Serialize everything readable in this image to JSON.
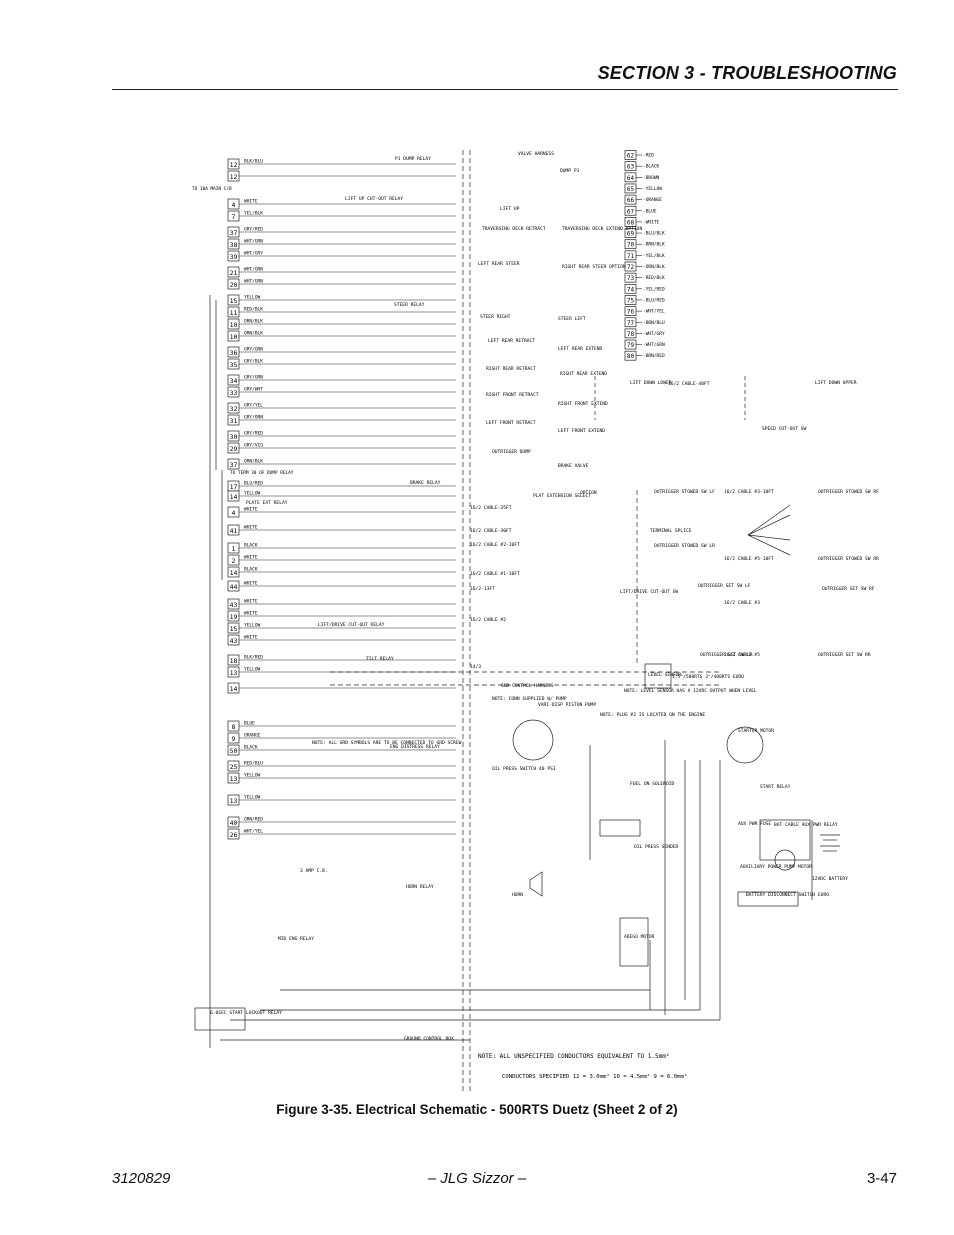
{
  "header": {
    "section_title": "SECTION 3 - TROUBLESHOOTING"
  },
  "figure": {
    "caption": "Figure 3-35.  Electrical Schematic - 500RTS Duetz (Sheet 2 of 2)"
  },
  "footer": {
    "doc_number": "3120829",
    "title": "– JLG Sizzor –",
    "page_number": "3-47"
  },
  "schematic": {
    "left_terminals": [
      {
        "num": "12",
        "wire": "BLK/BLU"
      },
      {
        "num": "12",
        "wire": ""
      },
      {
        "num": "4",
        "wire": "WHITE"
      },
      {
        "num": "7",
        "wire": "YEL/BLK"
      },
      {
        "num": "37",
        "wire": "GRY/RED"
      },
      {
        "num": "38",
        "wire": "WHT/GRN"
      },
      {
        "num": "39",
        "wire": "WHT/GRY"
      },
      {
        "num": "21",
        "wire": "WHT/GRN"
      },
      {
        "num": "20",
        "wire": "WHT/GRN"
      },
      {
        "num": "15",
        "wire": "YELLOW"
      },
      {
        "num": "11",
        "wire": "RED/BLK"
      },
      {
        "num": "10",
        "wire": "ORN/BLK"
      },
      {
        "num": "10",
        "wire": "ORN/BLK"
      },
      {
        "num": "36",
        "wire": "GRY/GRN"
      },
      {
        "num": "35",
        "wire": "GRY/BLK"
      },
      {
        "num": "34",
        "wire": "GRY/GRN"
      },
      {
        "num": "33",
        "wire": "GRY/WHT"
      },
      {
        "num": "32",
        "wire": "GRY/YEL"
      },
      {
        "num": "31",
        "wire": "GRY/ORN"
      },
      {
        "num": "30",
        "wire": "GRY/RED"
      },
      {
        "num": "29",
        "wire": "GRY/VIO"
      },
      {
        "num": "37",
        "wire": "ORN/BLK"
      },
      {
        "num": "17",
        "wire": "BLU/RED"
      },
      {
        "num": "14",
        "wire": "YELLOW"
      },
      {
        "num": "4",
        "wire": "WHITE"
      },
      {
        "num": "41",
        "wire": "WHITE"
      },
      {
        "num": "1",
        "wire": "BLACK"
      },
      {
        "num": "2",
        "wire": "WHITE"
      },
      {
        "num": "14",
        "wire": "BLACK"
      },
      {
        "num": "44",
        "wire": "WHITE"
      },
      {
        "num": "43",
        "wire": "WHITE"
      },
      {
        "num": "19",
        "wire": "WHITE"
      },
      {
        "num": "15",
        "wire": "YELLOW"
      },
      {
        "num": "43",
        "wire": "WHITE"
      },
      {
        "num": "18",
        "wire": "BLK/RED"
      },
      {
        "num": "13",
        "wire": "YELLOW"
      },
      {
        "num": "14",
        "wire": ""
      },
      {
        "num": "8",
        "wire": "BLUE"
      },
      {
        "num": "9",
        "wire": "ORANGE"
      },
      {
        "num": "50",
        "wire": "BLACK"
      },
      {
        "num": "25",
        "wire": "RED/BLU"
      },
      {
        "num": "13",
        "wire": "YELLOW"
      },
      {
        "num": "13",
        "wire": "YELLOW"
      },
      {
        "num": "40",
        "wire": "ORN/RED"
      },
      {
        "num": "26",
        "wire": "WHT/YEL"
      }
    ],
    "right_terminals": [
      {
        "num": "62",
        "wire": "RED"
      },
      {
        "num": "63",
        "wire": "BLACK"
      },
      {
        "num": "64",
        "wire": "BROWN"
      },
      {
        "num": "65",
        "wire": "YELLOW"
      },
      {
        "num": "66",
        "wire": "ORANGE"
      },
      {
        "num": "67",
        "wire": "BLUE"
      },
      {
        "num": "68",
        "wire": "WHITE"
      },
      {
        "num": "69",
        "wire": "BLU/BLK"
      },
      {
        "num": "70",
        "wire": "BRN/BLK"
      },
      {
        "num": "71",
        "wire": "YEL/BLK"
      },
      {
        "num": "72",
        "wire": "ORN/BLK"
      },
      {
        "num": "73",
        "wire": "RED/BLK"
      },
      {
        "num": "74",
        "wire": "YEL/RED"
      },
      {
        "num": "75",
        "wire": "BLU/RED"
      },
      {
        "num": "76",
        "wire": "WHT/YEL"
      },
      {
        "num": "77",
        "wire": "BRN/BLU"
      },
      {
        "num": "78",
        "wire": "WHT/GRY"
      },
      {
        "num": "79",
        "wire": "WHT/GRN"
      },
      {
        "num": "80",
        "wire": "BRN/RED"
      }
    ],
    "components": [
      {
        "label": "VALVE HARNESS"
      },
      {
        "label": "DUMP P1"
      },
      {
        "label": "P1 DUMP RELAY"
      },
      {
        "label": "LIFT UP CUT-OUT RELAY"
      },
      {
        "label": "LIFT UP"
      },
      {
        "label": "TRAVERSING DECK RETRACT"
      },
      {
        "label": "TRAVERSING DECK EXTEND OPTION"
      },
      {
        "label": "LEFT REAR STEER"
      },
      {
        "label": "RIGHT REAR STEER OPTION"
      },
      {
        "label": "STEER RELAY"
      },
      {
        "label": "STEER RIGHT"
      },
      {
        "label": "STEER LEFT"
      },
      {
        "label": "LEFT REAR RETRACT"
      },
      {
        "label": "LEFT REAR EXTEND"
      },
      {
        "label": "RIGHT REAR RETRACT"
      },
      {
        "label": "RIGHT REAR EXTEND"
      },
      {
        "label": "RIGHT FRONT RETRACT"
      },
      {
        "label": "RIGHT FRONT EXTEND"
      },
      {
        "label": "LEFT FRONT RETRACT"
      },
      {
        "label": "LEFT FRONT EXTEND"
      },
      {
        "label": "OUTRIGGER DUMP"
      },
      {
        "label": "BRAKE VALVE"
      },
      {
        "label": "BRAKE RELAY"
      },
      {
        "label": "PLATE EXT RELAY"
      },
      {
        "label": "PLAT EXTENSION SELECT"
      },
      {
        "label": "OPTION"
      },
      {
        "label": "LIFT/DRIVE CUT-OUT SW"
      },
      {
        "label": "LIFT/DRIVE CUT-OUT RELAY"
      },
      {
        "label": "TILT RELAY"
      },
      {
        "label": "LEVEL SENSOR"
      },
      {
        "label": "GND CONTROL HARNESS"
      },
      {
        "label": "VARI-DISP PISTON PUMP"
      },
      {
        "label": "ENG DISTRESS RELAY"
      },
      {
        "label": "OIL PRESS SWITCH 40 PSI"
      },
      {
        "label": "FUEL ON SOLENOID"
      },
      {
        "label": "OIL PRESS SENDER"
      },
      {
        "label": "STARTER MOTOR"
      },
      {
        "label": "START RELAY"
      },
      {
        "label": "AUX PWR FUSE"
      },
      {
        "label": "BAT CABLE AUX PWR RELAY"
      },
      {
        "label": "AUXILIARY POWER PUMP MOTOR"
      },
      {
        "label": "12VDC BATTERY"
      },
      {
        "label": "BATTERY DISCONNECT SWITCH EURO"
      },
      {
        "label": "3 AMP C.B."
      },
      {
        "label": "HORN RELAY"
      },
      {
        "label": "HORN"
      },
      {
        "label": "MID ENG RELAY"
      },
      {
        "label": "ADEGO MOTOR"
      },
      {
        "label": "6.0SEC START LOCKOUT RELAY"
      },
      {
        "label": "GROUND CONTROL BOX"
      },
      {
        "label": "LIFT DOWN LOWER"
      },
      {
        "label": "LIFT DOWN UPPER"
      },
      {
        "label": "SPEED CUT-OUT SW"
      },
      {
        "label": "OUTRIGGER STOWED SW LF"
      },
      {
        "label": "OUTRIGGER STOWED SW RF"
      },
      {
        "label": "OUTRIGGER STOWED SW LR"
      },
      {
        "label": "OUTRIGGER STOWED SW RR"
      },
      {
        "label": "TERMINAL SPLICE"
      },
      {
        "label": "OUTRIGGER SET SW LF"
      },
      {
        "label": "OUTRIGGER SET SW RF"
      },
      {
        "label": "OUTRIGGER SET SW LR"
      },
      {
        "label": "OUTRIGGER SET SW RR"
      }
    ],
    "cables": [
      "16/2 CABLE-35FT",
      "16/2 CABLE-30FT",
      "16/2 CABLE-40FT",
      "16/2 CABLE #2-10FT",
      "16/2 CABLE #3-10FT",
      "16/2 CABLE #5-10FT",
      "16/2 CABLE #1-10FT",
      "16/2-13FT",
      "16/2 CABLE #2",
      "16/2 CABLE #3",
      "16/2 CABLE #5",
      "14/3"
    ],
    "notes": [
      "NOTE: CONN SUPPLIED W/ PUMP",
      "NOTE: LEVEL SENSOR HAS A 12VDC OUTPUT WHEN LEVEL",
      "NOTE: ALL GRD SYMBOLS ARE TO BE CONNECTED TO GRD SCREW",
      "NOTE: PLUG #2 IS LOCATED ON THE ENGINE",
      "NOTE: ALL UNSPECIFIED CONDUCTORS EQUIVALENT TO 1.5mm²",
      "CONDUCTORS SPECIFIED 12 = 3.0mm²  10 = 4.5mm²  9 = 6.0mm²",
      "TO 10A MAIN C/B",
      "TO TERM 30 OF DUMP RELAY",
      "1.5°/500RTS 3°/400RTS EURO"
    ]
  }
}
